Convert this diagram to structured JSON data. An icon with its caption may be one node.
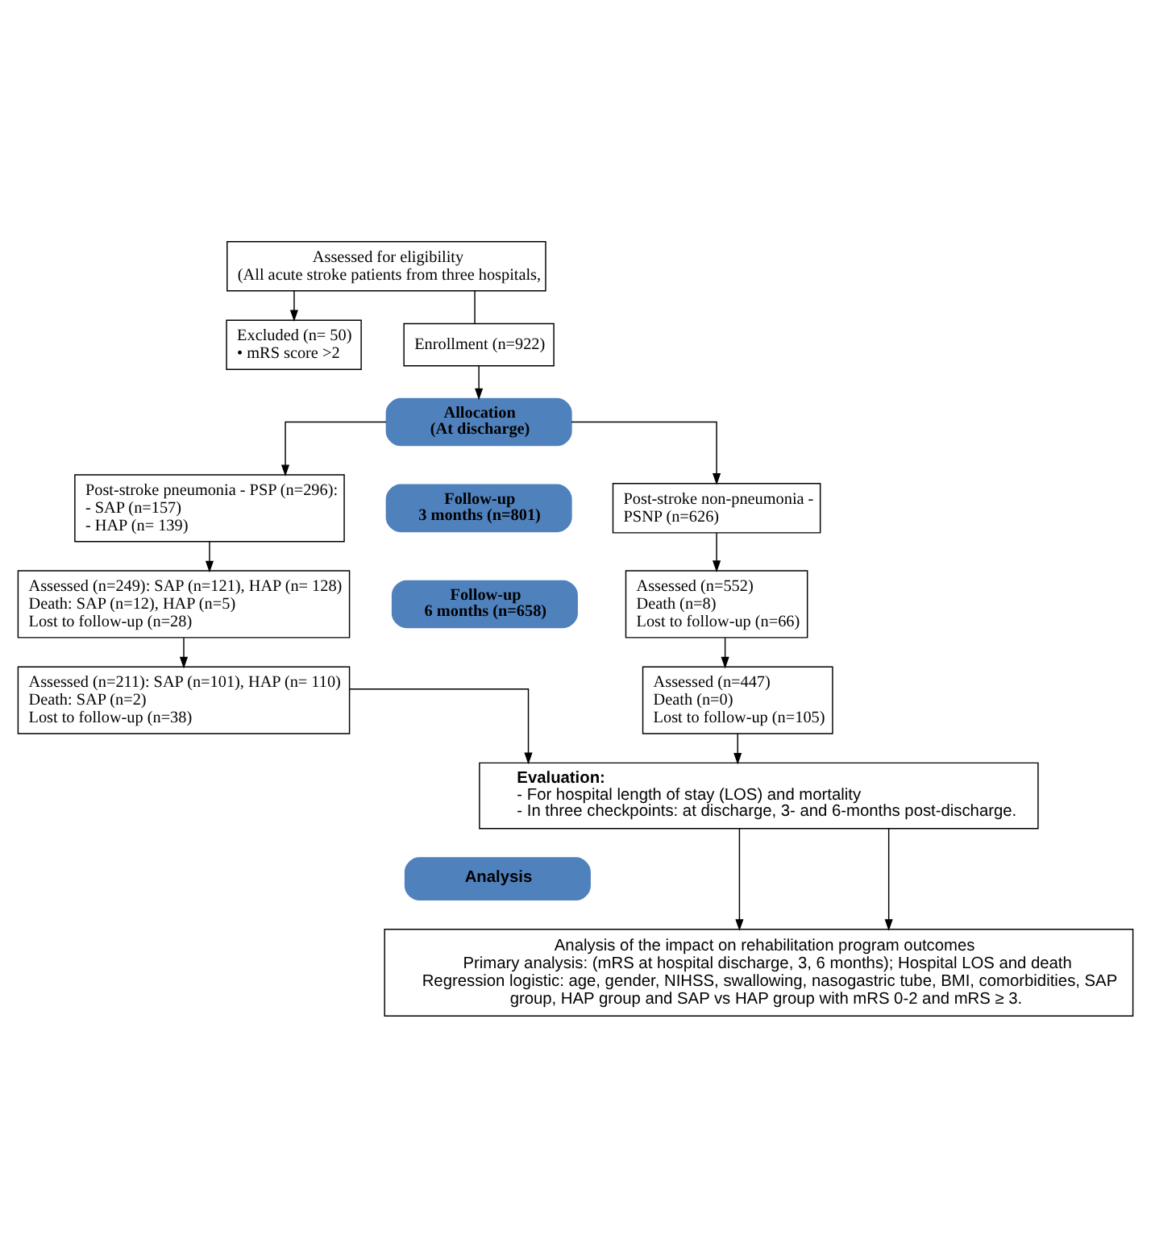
{
  "diagram": {
    "nodes": [
      {
        "text": [
          "Assessed for eligibility",
          "(All acute stroke patients from three hospitals,"
        ]
      },
      {
        "text": [
          "Excluded (n= 50)",
          "• mRS score >2"
        ]
      },
      {
        "text": [
          "Enrollment (n=922)"
        ]
      },
      {
        "text": [
          "Allocation",
          "(At discharge)"
        ]
      },
      {
        "text": [
          "Post-stroke pneumonia - PSP (n=296):",
          "- SAP (n=157)",
          "- HAP (n= 139)"
        ]
      },
      {
        "text": [
          "Post-stroke non-pneumonia - PSNP (n=626)"
        ]
      },
      {
        "text": [
          "Follow-up",
          "3 months (n=801)"
        ]
      },
      {
        "text": [
          "Assessed (n=249): SAP (n=121), HAP (n= 128)",
          "Death: SAP (n=12), HAP (n=5)",
          "Lost to follow-up (n=28)"
        ]
      },
      {
        "text": [
          "Assessed (n=552)",
          "Death (n=8)",
          "Lost to follow-up (n=66)"
        ]
      },
      {
        "text": [
          "Follow-up",
          "6 months (n=658)"
        ]
      },
      {
        "text": [
          "Assessed (n=211): SAP (n=101), HAP (n= 110)",
          "Death: SAP (n=2)",
          "Lost to follow-up (n=38)"
        ]
      },
      {
        "text": [
          "Assessed (n=447)",
          "Death (n=0)",
          "Lost to follow-up (n=105)"
        ]
      },
      {
        "text": [
          "Evaluation:",
          "- For hospital length of stay (LOS) and mortality",
          "- In three checkpoints: at discharge, 3- and 6-months post-discharge."
        ]
      },
      {
        "text": [
          "Analysis"
        ]
      },
      {
        "text": [
          "Analysis of the impact on rehabilitation program outcomes",
          "Primary analysis: (mRS at hospital discharge, 3, 6 months); Hospital LOS and death",
          "Regression logistic: age, gender, NIHSS, swallowing, nasogastric tube, BMI, comorbidities, SAP group, HAP group and SAP vs HAP group with mRS 0-2 and mRS ≥ 3."
        ]
      }
    ],
    "edges": [
      {
        "from": 0,
        "to": 2,
        "arrow": "none"
      },
      {
        "from": 0,
        "to": 1,
        "arrow": "to"
      },
      {
        "from": 2,
        "to": 3,
        "arrow": "to"
      },
      {
        "from": 3,
        "to": 4,
        "arrow": "to"
      },
      {
        "from": 3,
        "to": 5,
        "arrow": "to"
      },
      {
        "from": 4,
        "to": 7,
        "arrow": "to"
      },
      {
        "from": 7,
        "to": 10,
        "arrow": "to"
      },
      {
        "from": 5,
        "to": 8,
        "arrow": "to"
      },
      {
        "from": 8,
        "to": 11,
        "arrow": "to"
      },
      {
        "from": 10,
        "to": 12,
        "arrow": "to"
      },
      {
        "from": 11,
        "to": 12,
        "arrow": "to"
      },
      {
        "from": 12,
        "to": 14,
        "arrow": "to"
      },
      {
        "from": 12,
        "to": 14,
        "arrow": "to"
      }
    ]
  }
}
